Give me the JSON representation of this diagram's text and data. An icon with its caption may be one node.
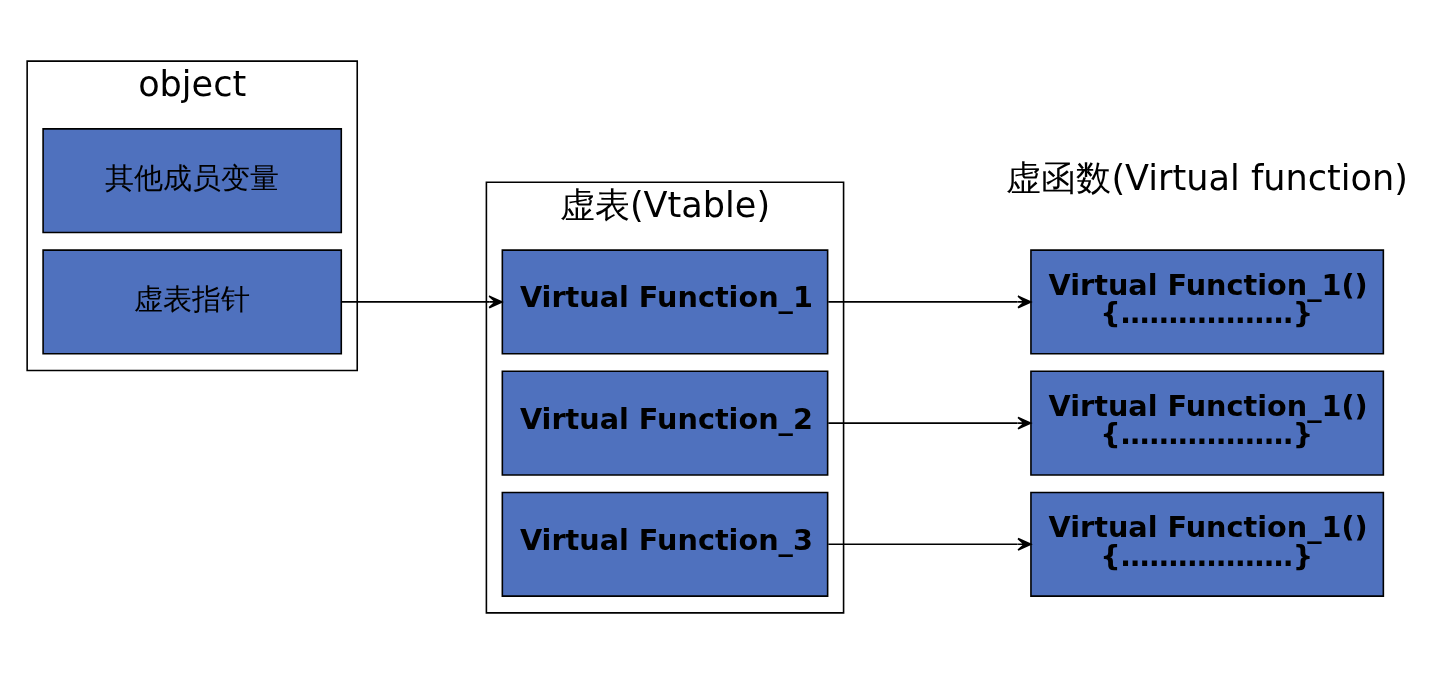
{
  "diagram": {
    "nodes": [
      {
        "text": [
          "object"
        ]
      },
      {
        "text": [
          "虚表指针"
        ],
        "in": 0
      },
      {
        "text": [
          "其他成员变量"
        ],
        "in": 0
      },
      {
        "text": [
          "虚表(Vtable)"
        ]
      },
      {
        "text": [
          "Virtual Function_1"
        ],
        "in": 3
      },
      {
        "text": [
          "Virtual Function_2"
        ],
        "in": 3
      },
      {
        "text": [
          "Virtual Function_3"
        ],
        "in": 3
      },
      {
        "text": [
          "Virtual Function_1()",
          "{………………}"
        ]
      },
      {
        "text": [
          "Virtual Function_1()",
          "{………………}"
        ]
      },
      {
        "text": [
          "Virtual Function_1()",
          "{………………}"
        ]
      }
    ],
    "edges": [
      {
        "from": 1,
        "to": 4,
        "arrow": "to"
      },
      {
        "from": 4,
        "to": 7,
        "arrow": "to"
      },
      {
        "from": 5,
        "to": 8,
        "arrow": "to"
      },
      {
        "from": 6,
        "to": 9,
        "arrow": "to"
      }
    ],
    "labels": [
      "虚函数(Virtual function)"
    ]
  }
}
